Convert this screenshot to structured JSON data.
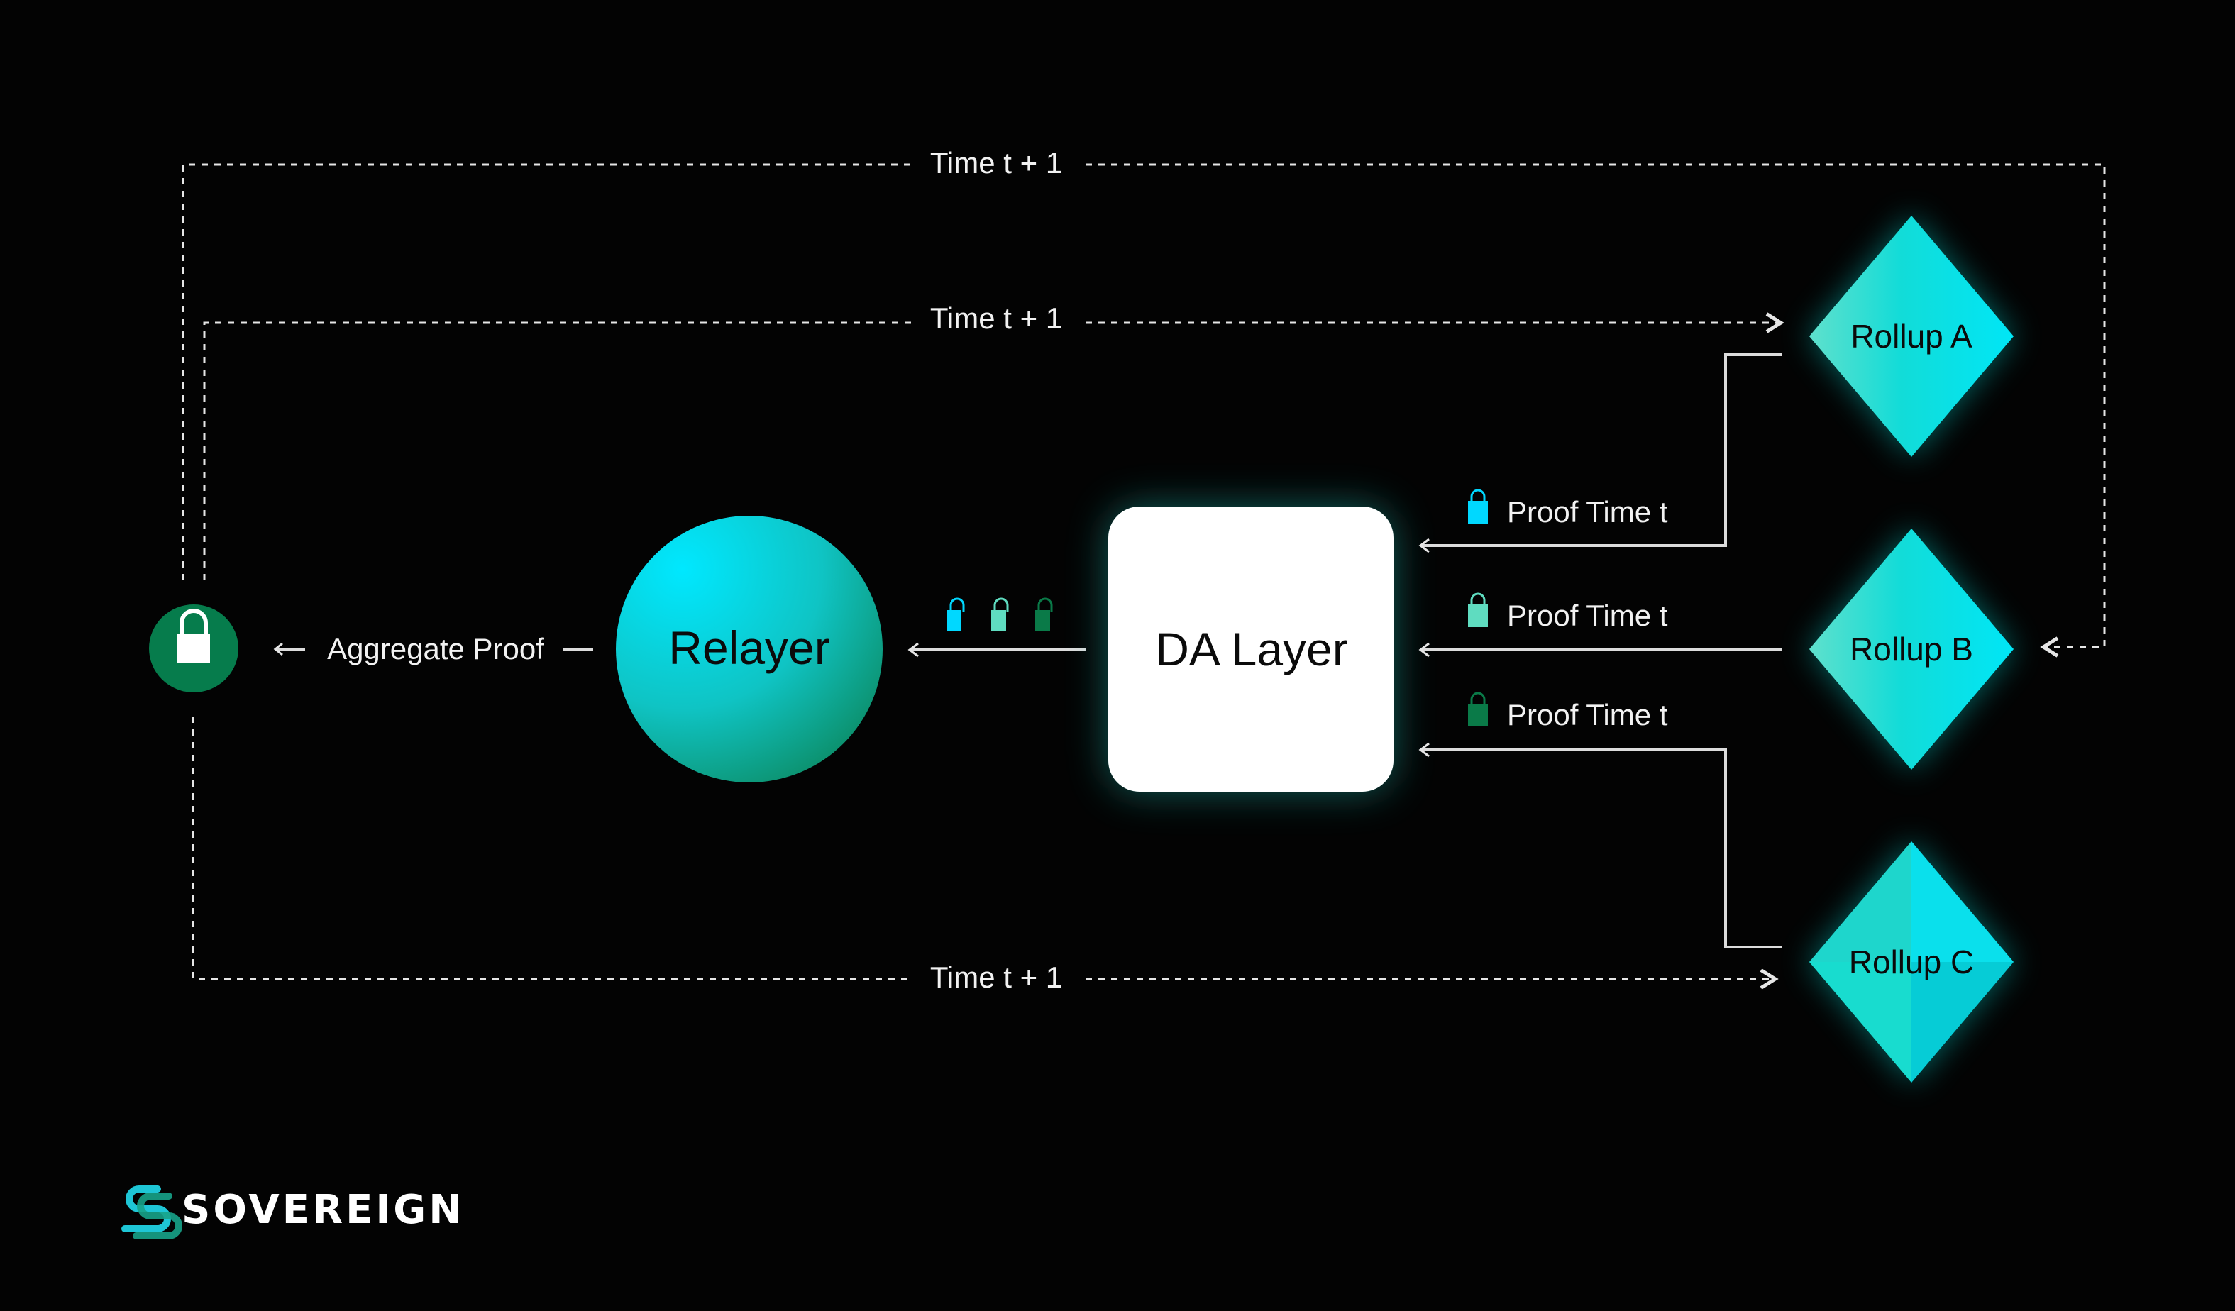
{
  "diagram": {
    "nodes": {
      "lock": {
        "label": "",
        "icon": "lock-icon",
        "color": "#067c4c"
      },
      "relayer": {
        "label": "Relayer",
        "colors": [
          "#00e5ff",
          "#0e8f6a"
        ]
      },
      "da_layer": {
        "label": "DA Layer",
        "color": "#ffffff",
        "glow": "#1fbfb0"
      },
      "rollup_a": {
        "label": "Rollup A",
        "color": "#08e3e8"
      },
      "rollup_b": {
        "label": "Rollup B",
        "color": "#08e3e8"
      },
      "rollup_c": {
        "label": "Rollup C",
        "color": "#08e3e8"
      }
    },
    "edges": {
      "aggregate_proof": "Aggregate Proof",
      "proof_a": "Proof Time t",
      "proof_b": "Proof Time t",
      "proof_c": "Proof Time t",
      "time_top_outer": "Time t + 1",
      "time_top_inner": "Time t + 1",
      "time_bottom": "Time t + 1"
    },
    "proof_lock_colors": [
      "#00d8ff",
      "#5fdcc0",
      "#0a7a48"
    ]
  },
  "brand": {
    "name": "SOVEREIGN",
    "logo_colors": [
      "#1ec6d6",
      "#17a389"
    ]
  }
}
